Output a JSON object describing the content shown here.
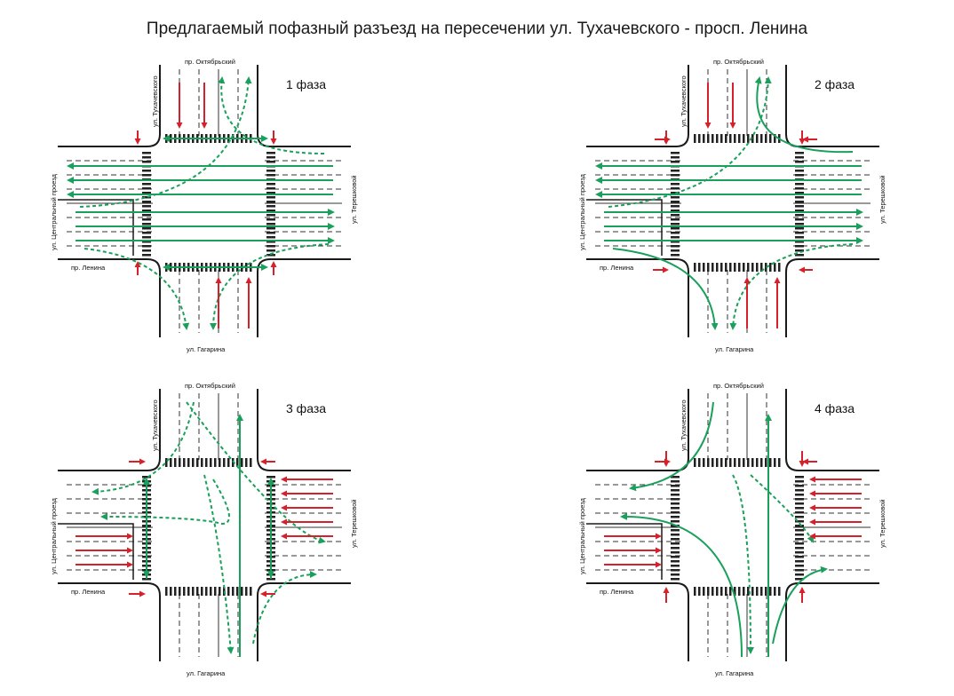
{
  "title": "Предлагаемый пофазный разъезд на пересечении ул. Тухачевского - просп. Ленина",
  "streets": {
    "north": "пр. Октябрьский",
    "south": "ул. Гагарина",
    "east": "ул. Терешковой",
    "west": "ул. Центральный проезд",
    "west_south_corner": "пр. Ленина",
    "north_west_vertical": "ул. Тухачевского"
  },
  "phases": [
    {
      "label": "1 фаза"
    },
    {
      "label": "2 фаза"
    },
    {
      "label": "3 фаза"
    },
    {
      "label": "4 фаза"
    }
  ],
  "colors": {
    "road_edge": "#1a1a1a",
    "lane_line": "#333333",
    "green_arrow": "#1aa05a",
    "red_stop": "#d6202a"
  }
}
